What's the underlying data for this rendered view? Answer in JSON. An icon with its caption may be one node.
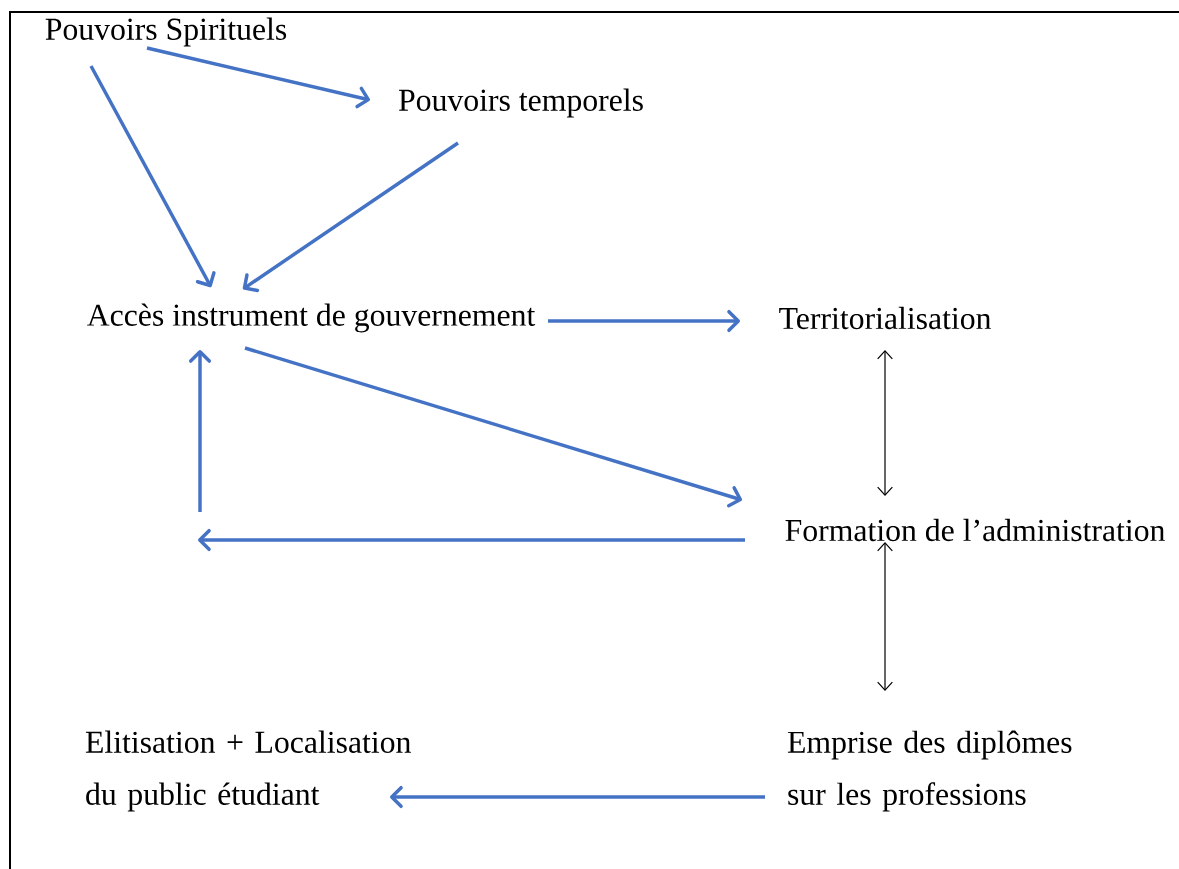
{
  "diagram": {
    "nodes": [
      {
        "text": [
          "Pouvoirs Spirituels"
        ]
      },
      {
        "text": [
          "Pouvoirs temporels"
        ]
      },
      {
        "text": [
          "Accès instrument de gouvernement"
        ]
      },
      {
        "text": [
          "Territorialisation"
        ]
      },
      {
        "text": [
          "Formation de l’administration"
        ]
      },
      {
        "text": [
          "Emprise des diplômes sur les professions"
        ]
      },
      {
        "text": [
          "Elitisation + Localisation du public étudiant"
        ]
      }
    ],
    "edges": [
      {
        "from": 0,
        "to": 1,
        "arrow": "to"
      },
      {
        "from": 0,
        "to": 2,
        "arrow": "to"
      },
      {
        "from": 1,
        "to": 2,
        "arrow": "to"
      },
      {
        "from": 2,
        "to": 3,
        "arrow": "to"
      },
      {
        "from": 2,
        "to": 4,
        "arrow": "to"
      },
      {
        "from": 4,
        "to": null,
        "arrow": "to"
      },
      {
        "from": null,
        "to": 2,
        "arrow": "to"
      },
      {
        "from": 3,
        "to": 4,
        "arrow": "both",
        "color": "#000000"
      },
      {
        "from": 4,
        "to": 5,
        "arrow": "both",
        "color": "#000000"
      },
      {
        "from": 5,
        "to": 6,
        "arrow": "to"
      }
    ]
  }
}
